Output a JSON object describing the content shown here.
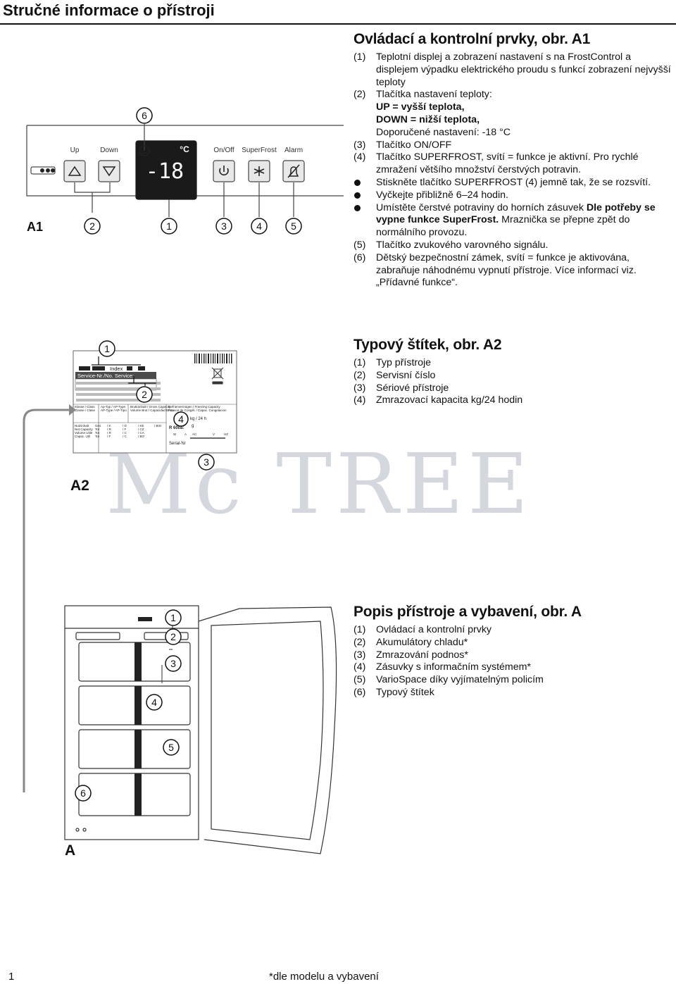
{
  "header": {
    "title": "Stručné informace o přístroji"
  },
  "panel": {
    "figure_label": "A1",
    "display_value": "-18",
    "unit": "°C",
    "btn_up": "Up",
    "btn_down": "Down",
    "btn_onoff": "On/Off",
    "btn_superfrost": "SuperFrost",
    "btn_alarm": "Alarm",
    "callouts": [
      "6",
      "2",
      "1",
      "3",
      "4",
      "5"
    ]
  },
  "rating_plate": {
    "figure_label": "A2",
    "index": "Index",
    "service_nr": "Service-Nr./No. Service:",
    "klasse": "Klasse / Class",
    "klasse2": "Classe / Clase",
    "ap_typ": "Ap-Typ / AP-Type",
    "ap_typ2": "AP-Type / AP-Tipo",
    "brutto": "Bruttoinhalt / Gross Capacity",
    "brutto2": "Volume Brut / Capacidad Bruta",
    "gefrier": "Gefriervermögen / Freezing Capacity",
    "gefrier2": "Pouvoir de Congél. / Capac. Congelacion",
    "nutz1": "Nutzinhalt",
    "nutz2": "Net.Capacity",
    "nutz3": "Volume Utile",
    "nutz4": "Capac. Util",
    "ges": "Ges",
    "tot1": "Tot",
    "tot2": "Tot",
    "tot3": "Tot",
    "k": "/ K",
    "r1": "/ R",
    "r2": "/ R",
    "f": "/ F",
    "d": "/ D",
    "f2": "/ F",
    "c1": "/ C",
    "c2": "/ C",
    "ke": "/ KE",
    "cz": "/ CZ",
    "ca": "/ CA",
    "bo": "/ BO",
    "bio": "/ BIO",
    "kg24": "kg / 24 h",
    "g": "g",
    "r600": "R 600a:",
    "w": "W",
    "a": "A",
    "ac": "AC",
    "v": "V",
    "hz": "HZ",
    "serial": "Serial-Nr",
    "callouts": [
      "1",
      "2",
      "3",
      "4"
    ]
  },
  "appliance": {
    "figure_label": "A",
    "callouts": [
      "1",
      "2",
      "3",
      "4",
      "5",
      "6"
    ]
  },
  "watermark": "Mc TREE",
  "section1": {
    "title": "Ovládací a kontrolní prvky, obr. A1",
    "i1_num": "(1)",
    "i1_txt": "Teplotní displej a zobrazení nastavení s na FrostControl a displejem výpadku elektrického proudu s funkcí zobrazení nejvyšší teploty",
    "i2_num": "(2)",
    "i2_txt": "Tlačítka nastavení teploty:",
    "i2_up": "UP = vyšší teplota,",
    "i2_down": "DOWN = nižší teplota,",
    "i2_rec": "Doporučené nastavení: -18 °C",
    "i3_num": "(3)",
    "i3_txt": "Tlačítko ON/OFF",
    "i4_num": "(4)",
    "i4_txt": "Tlačítko SUPERFROST, svítí = funkce je aktivní. Pro rychlé zmražení většího množství čerstvých potravin.",
    "b1": "Stiskněte tlačítko SUPERFROST (4) jemně tak, že se rozsvítí.",
    "b2": "Vyčkejte přibližně 6–24 hodin.",
    "b3a": "Umístěte čerstvé potraviny do horních zásuvek ",
    "b3b": "Dle potřeby se vypne funkce SuperFrost.",
    "b3c": " Mraznička se přepne zpět do normálního provozu.",
    "i5_num": "(5)",
    "i5_txt": "Tlačítko zvukového varovného signálu.",
    "i6_num": "(6)",
    "i6_txt": "Dětský bezpečnostní zámek, svítí = funkce je aktivována, zabraňuje náhodnému vypnutí přístroje. Více informací viz. „Přídavné funkce“."
  },
  "section2": {
    "title": "Typový štítek, obr. A2",
    "items": [
      {
        "num": "(1)",
        "txt": "Typ přístroje"
      },
      {
        "num": "(2)",
        "txt": "Servisní číslo"
      },
      {
        "num": "(3)",
        "txt": "Sériové přístroje"
      },
      {
        "num": "(4)",
        "txt": "Zmrazovací kapacita kg/24 hodin"
      }
    ]
  },
  "section3": {
    "title": "Popis přístroje a vybavení, obr. A",
    "items": [
      {
        "num": "(1)",
        "txt": "Ovládací a kontrolní prvky"
      },
      {
        "num": "(2)",
        "txt": "Akumulátory chladu*"
      },
      {
        "num": "(3)",
        "txt": "Zmrazování podnos*"
      },
      {
        "num": "(4)",
        "txt": "Zásuvky s informačním systémem*"
      },
      {
        "num": "(5)",
        "txt": "VarioSpace díky vyjímatelným policím"
      },
      {
        "num": "(6)",
        "txt": "Typový štítek"
      }
    ]
  },
  "footer": {
    "page": "1",
    "note": "*dle modelu a vybavení"
  }
}
